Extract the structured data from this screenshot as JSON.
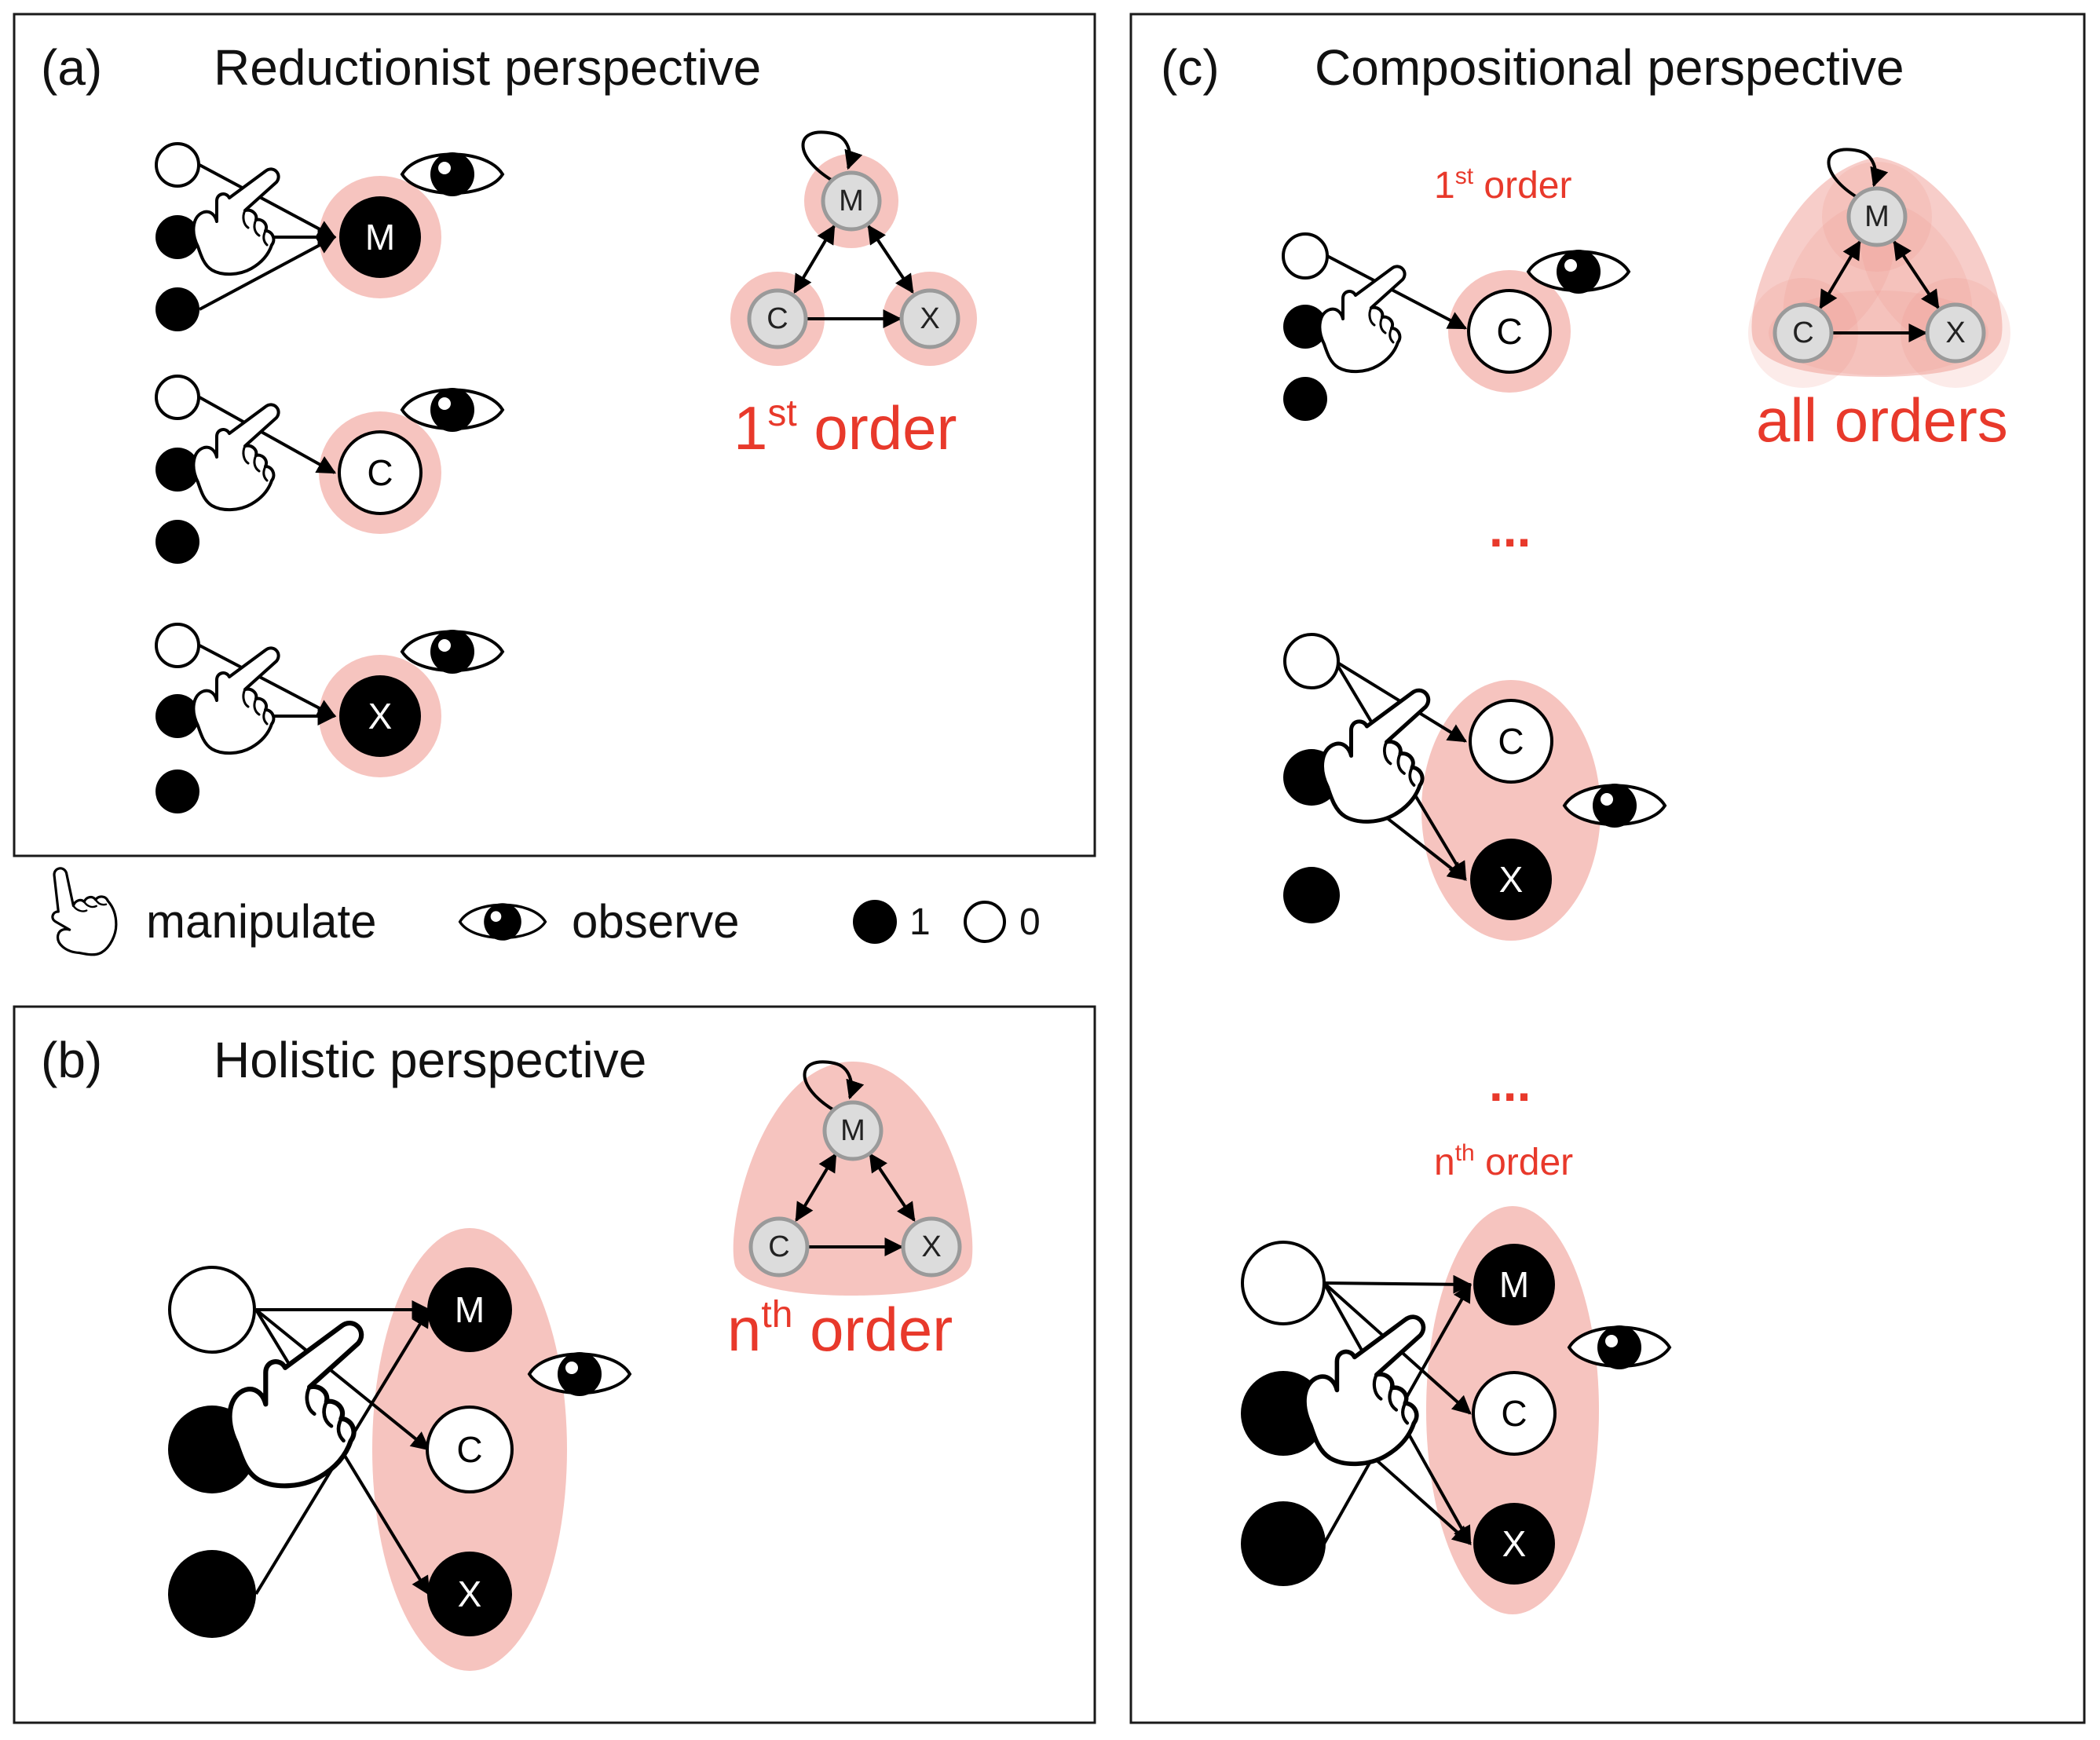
{
  "legend": {
    "manipulate": "manipulate",
    "observe": "observe",
    "one": "1",
    "zero": "0"
  },
  "panel_a": {
    "label": "(a)",
    "title": "Reductionist perspective",
    "order_main": "1",
    "order_sup": "st",
    "order_rest": " order"
  },
  "panel_b": {
    "label": "(b)",
    "title": "Holistic perspective",
    "order_main": "n",
    "order_sup": "th",
    "order_rest": " order"
  },
  "panel_c": {
    "label": "(c)",
    "title": "Compositional perspective",
    "first_main": "1",
    "first_sup": "st",
    "first_rest": " order",
    "all_orders": "all orders",
    "dots": "...",
    "nth_main": "n",
    "nth_sup": "th",
    "nth_rest": " order"
  },
  "nodes": {
    "M": "M",
    "C": "C",
    "X": "X"
  },
  "colors": {
    "accent_red": "#e8392b",
    "halo_pink": "#f6c4bf",
    "node_gray": "#dcdcdc"
  }
}
